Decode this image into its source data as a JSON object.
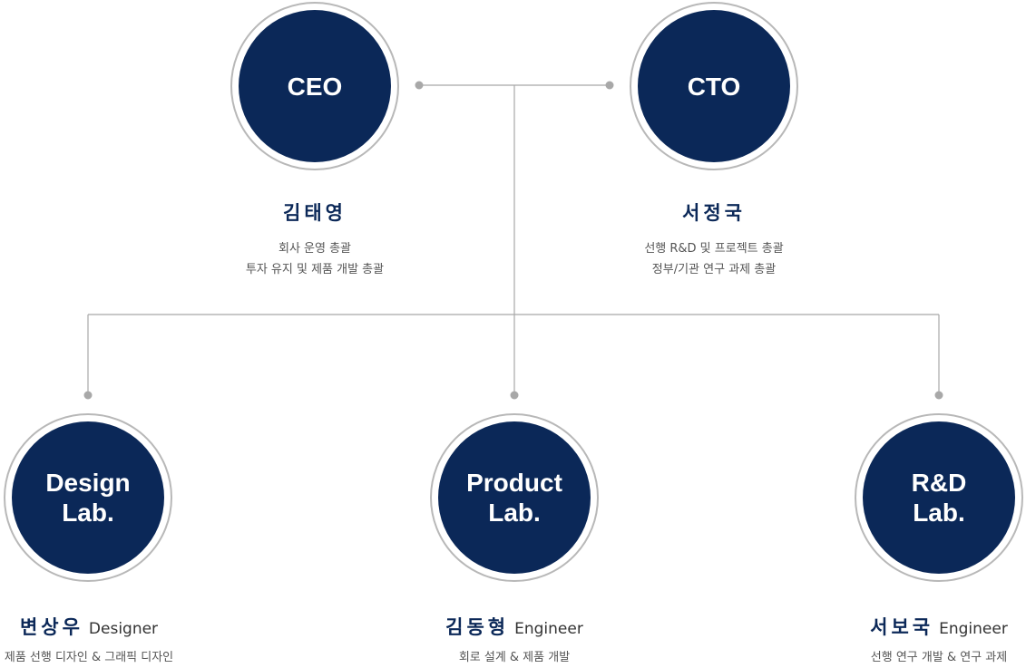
{
  "top": [
    {
      "label": "CEO",
      "name": "김태영",
      "desc": [
        "회사 운영 총괄",
        "투자 유지 및 제품 개발 총괄"
      ]
    },
    {
      "label": "CTO",
      "name": "서정국",
      "desc": [
        "선행 R&D 및 프로젝트 총괄",
        "정부/기관 연구 과제 총괄"
      ]
    }
  ],
  "bottom": [
    {
      "label": "Design\nLab.",
      "name": "변상우",
      "role": "Designer",
      "desc": "제품 선행 디자인 & 그래픽 디자인"
    },
    {
      "label": "Product\nLab.",
      "name": "김동형",
      "role": "Engineer",
      "desc": "회로 설계 & 제품 개발"
    },
    {
      "label": "R&D\nLab.",
      "name": "서보국",
      "role": "Engineer",
      "desc": "선행 연구 개발 & 연구 과제"
    }
  ],
  "colors": {
    "navy": "#0b2858",
    "line": "#a8a8a8"
  }
}
